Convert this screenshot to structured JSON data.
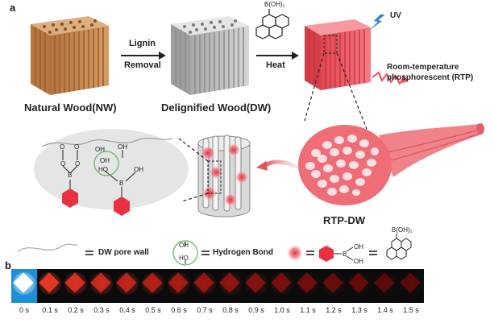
{
  "panels": {
    "a": "a",
    "b": "b"
  },
  "steps": {
    "natural_wood": "Natural Wood(NW)",
    "delignified_wood": "Delignified Wood(DW)",
    "rtp_dw": "RTP-DW"
  },
  "arrows": {
    "lignin_line1": "Lignin",
    "lignin_line2": "Removal",
    "heat": "Heat"
  },
  "uv": "UV",
  "rtp_label_line1": "Room-temperature",
  "rtp_label_line2": "phosphorescent (RTP)",
  "chem": {
    "boh2": "B(OH)₂",
    "o": "O",
    "b": "B",
    "oh": "OH",
    "ho": "HO"
  },
  "legend": {
    "pore_wall": "DW pore wall",
    "hydrogen_bond": "Hydrogen Bond",
    "equals": "="
  },
  "colors": {
    "wood": "#c88a52",
    "delignified": "#bdbdbd",
    "rtp_red": "#e8505b",
    "uv_blue": "#2f7fd6",
    "film_bg": "#0b0b0b"
  },
  "decay": {
    "time_labels": [
      "0 s",
      "0.1 s",
      "0.2 s",
      "0.3 s",
      "0.4 s",
      "0.5 s",
      "0.6 s",
      "0.7 s",
      "0.8 s",
      "0.9 s",
      "1.0 s",
      "1.1 s",
      "1.2 s",
      "1.3 s",
      "1.4 s",
      "1.5 s"
    ],
    "intensity": [
      1.0,
      0.95,
      0.85,
      0.75,
      0.66,
      0.58,
      0.5,
      0.43,
      0.37,
      0.31,
      0.26,
      0.22,
      0.18,
      0.15,
      0.12,
      0.1
    ]
  }
}
